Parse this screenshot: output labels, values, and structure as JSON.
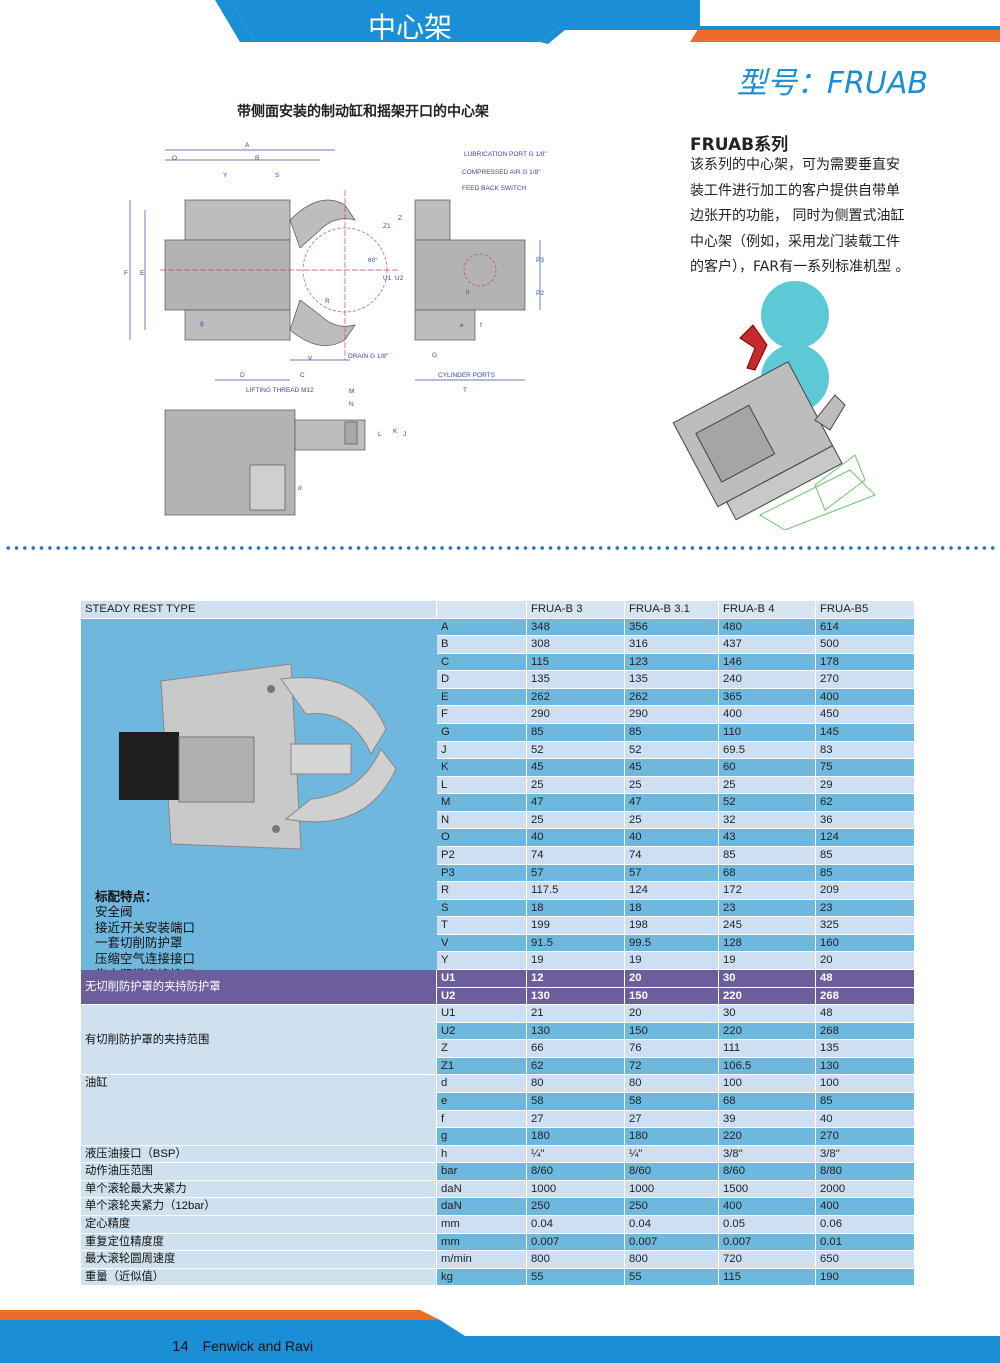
{
  "header": {
    "title": "中心架",
    "model": "型号：FRUAB"
  },
  "subtitle": "带侧面安装的制动缸和摇架开口的中心架",
  "drawing_labels": {
    "lubrication": "LUBRICATION PORT G 1/8\"",
    "compressed": "COMPRESSED AIR G 1/8\"",
    "feedback": "FEED BACK SWITCH",
    "drain": "DRAIN G 1/8\"",
    "cylinder": "CYLINDER PORTS",
    "lifting": "LIFTING THREAD M12",
    "dims": [
      "A",
      "B",
      "O",
      "Y",
      "S",
      "F",
      "E",
      "g",
      "D",
      "C",
      "V",
      "R",
      "Z",
      "Z1",
      "U1",
      "U2",
      "60°",
      "P3",
      "P2",
      "h",
      "e",
      "f",
      "G",
      "T",
      "M",
      "N",
      "L",
      "K",
      "J",
      "d"
    ]
  },
  "series": {
    "title": "FRUAB系列",
    "lines": [
      "该系列的中心架，可为需要垂直安",
      "装工件进行加工的客户提供自带单",
      "边张开的功能， 同时为侧置式油缸",
      "中心架（例如，采用龙门装载工件",
      "的客户），FAR有一系列标准机型 。"
    ]
  },
  "table": {
    "header": [
      "STEADY  REST  TYPE",
      "",
      "FRUA-B 3",
      "FRUA-B 3.1",
      "FRUA-B 4",
      "FRUA-B5"
    ],
    "features_title": "标配特点：",
    "features": [
      "安全阀",
      "接近开关安装端口",
      "一套切削防护罩",
      "压缩空气连接接口",
      "集中润滑连接接口"
    ],
    "dims": [
      [
        "A",
        "348",
        "356",
        "480",
        "614"
      ],
      [
        "B",
        "308",
        "316",
        "437",
        "500"
      ],
      [
        "C",
        "115",
        "123",
        "146",
        "178"
      ],
      [
        "D",
        "135",
        "135",
        "240",
        "270"
      ],
      [
        "E",
        "262",
        "262",
        "365",
        "400"
      ],
      [
        "F",
        "290",
        "290",
        "400",
        "450"
      ],
      [
        "G",
        "85",
        "85",
        "110",
        "145"
      ],
      [
        "J",
        "52",
        "52",
        "69.5",
        "83"
      ],
      [
        "K",
        "45",
        "45",
        "60",
        "75"
      ],
      [
        "L",
        "25",
        "25",
        "25",
        "29"
      ],
      [
        "M",
        "47",
        "47",
        "52",
        "62"
      ],
      [
        "N",
        "25",
        "25",
        "32",
        "36"
      ],
      [
        "O",
        "40",
        "40",
        "43",
        "124"
      ],
      [
        "P2",
        "74",
        "74",
        "85",
        "85"
      ],
      [
        "P3",
        "57",
        "57",
        "68",
        "85"
      ],
      [
        "R",
        "117.5",
        "124",
        "172",
        "209"
      ],
      [
        "S",
        "18",
        "18",
        "23",
        "23"
      ],
      [
        "T",
        "199",
        "198",
        "245",
        "325"
      ],
      [
        "V",
        "91.5",
        "99.5",
        "128",
        "160"
      ],
      [
        "Y",
        "19",
        "19",
        "19",
        "20"
      ]
    ],
    "no_guard": {
      "label": "无切削防护罩的夹持防护罩",
      "rows": [
        [
          "U1",
          "12",
          "20",
          "30",
          "48"
        ],
        [
          "U2",
          "130",
          "150",
          "220",
          "268"
        ]
      ]
    },
    "with_guard": {
      "label": "有切削防护罩的夹持范围",
      "rows": [
        [
          "U1",
          "21",
          "20",
          "30",
          "48"
        ],
        [
          "U2",
          "130",
          "150",
          "220",
          "268"
        ],
        [
          "Z",
          "66",
          "76",
          "111",
          "135"
        ],
        [
          "Z1",
          "62",
          "72",
          "106.5",
          "130"
        ]
      ]
    },
    "cylinder": {
      "label": "油缸",
      "rows": [
        [
          "d",
          "80",
          "80",
          "100",
          "100"
        ],
        [
          "e",
          "58",
          "58",
          "68",
          "85"
        ],
        [
          "f",
          "27",
          "27",
          "39",
          "40"
        ],
        [
          "g",
          "180",
          "180",
          "220",
          "270"
        ]
      ]
    },
    "specs": [
      [
        "液压油接口（BSP）",
        "h",
        "¼\"",
        "¼\"",
        "3/8\"",
        "3/8\""
      ],
      [
        "动作油压范围",
        "bar",
        "8/60",
        "8/60",
        "8/60",
        "8/80"
      ],
      [
        "单个滚轮最大夹紧力",
        "daN",
        "1000",
        "1000",
        "1500",
        "2000"
      ],
      [
        "单个滚轮夹紧力（12bar）",
        "daN",
        "250",
        "250",
        "400",
        "400"
      ],
      [
        "定心精度",
        "mm",
        "0.04",
        "0.04",
        "0.05",
        "0.06"
      ],
      [
        "重复定位精度度",
        "mm",
        "0.007",
        "0.007",
        "0.007",
        "0.01"
      ],
      [
        "最大滚轮圆周速度",
        "m/min",
        "800",
        "800",
        "720",
        "650"
      ],
      [
        "重量（近似值）",
        "kg",
        "55",
        "55",
        "115",
        "190"
      ]
    ]
  },
  "footer": {
    "page": "14",
    "company": "Fenwick and Ravi"
  },
  "colors": {
    "blue": "#1a8fd6",
    "orange": "#ee6c2a",
    "table_light": "#cddff0",
    "table_dark": "#6fb8dd",
    "purple": "#6c5e9c"
  }
}
